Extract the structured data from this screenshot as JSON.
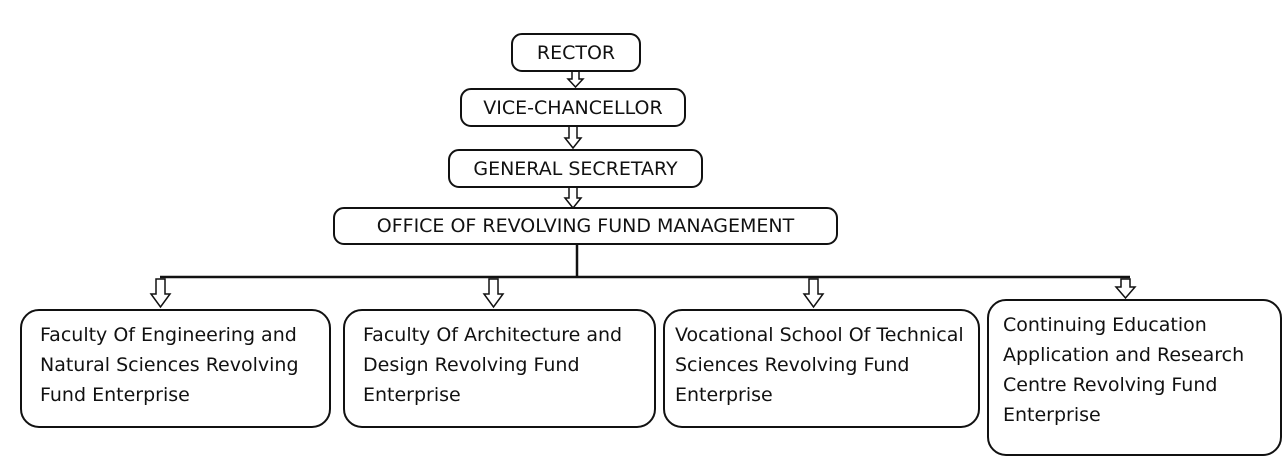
{
  "nodes": {
    "rector": "RECTOR",
    "vice_chancellor": "VICE-CHANCELLOR",
    "general_secretary": "GENERAL SECRETARY",
    "revolving_fund_office": "OFFICE OF REVOLVING FUND MANAGEMENT"
  },
  "units": [
    "Faculty Of Engineering and Natural Sciences Revolving Fund Enterprise",
    "Faculty Of Architecture and Design Revolving Fund Enterprise",
    "Vocational School Of Technical Sciences Revolving Fund Enterprise",
    "Continuing Education Application and Research Centre Revolving Fund Enterprise"
  ]
}
